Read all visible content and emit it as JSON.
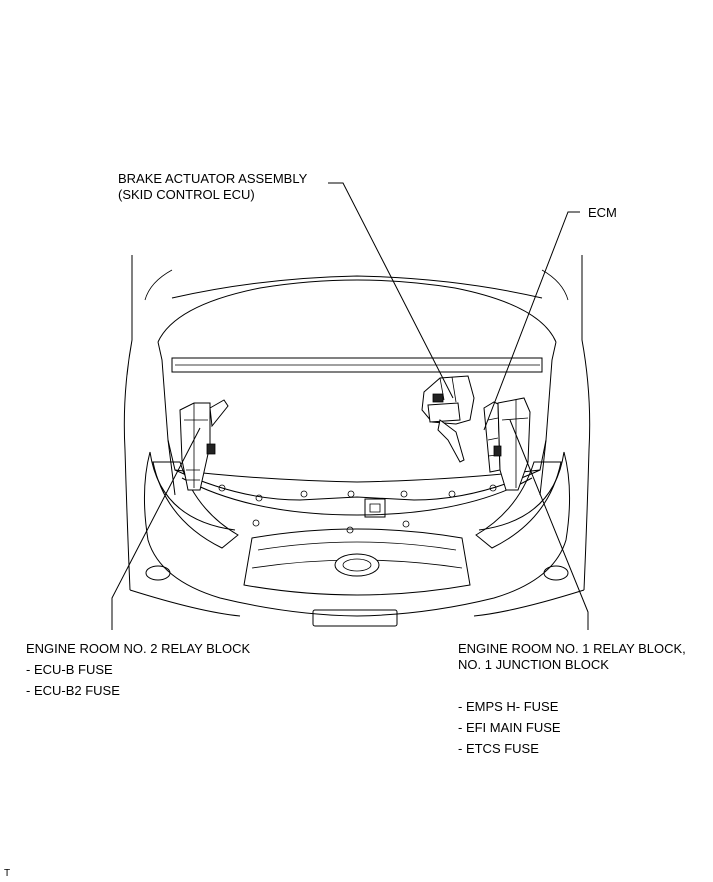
{
  "labels": {
    "brake_actuator_line1": "BRAKE ACTUATOR ASSEMBLY",
    "brake_actuator_line2": "(SKID CONTROL ECU)",
    "ecm": "ECM",
    "relay_block_2_title": "ENGINE ROOM NO. 2 RELAY BLOCK",
    "relay_block_2_items": [
      "- ECU-B FUSE",
      "- ECU-B2 FUSE"
    ],
    "relay_block_1_title_line1": "ENGINE ROOM NO. 1 RELAY BLOCK,",
    "relay_block_1_title_line2": "NO. 1 JUNCTION BLOCK",
    "relay_block_1_items": [
      "- EMPS H- FUSE",
      "- EFI MAIN FUSE",
      "- ETCS FUSE"
    ],
    "corner_mark": "T"
  }
}
